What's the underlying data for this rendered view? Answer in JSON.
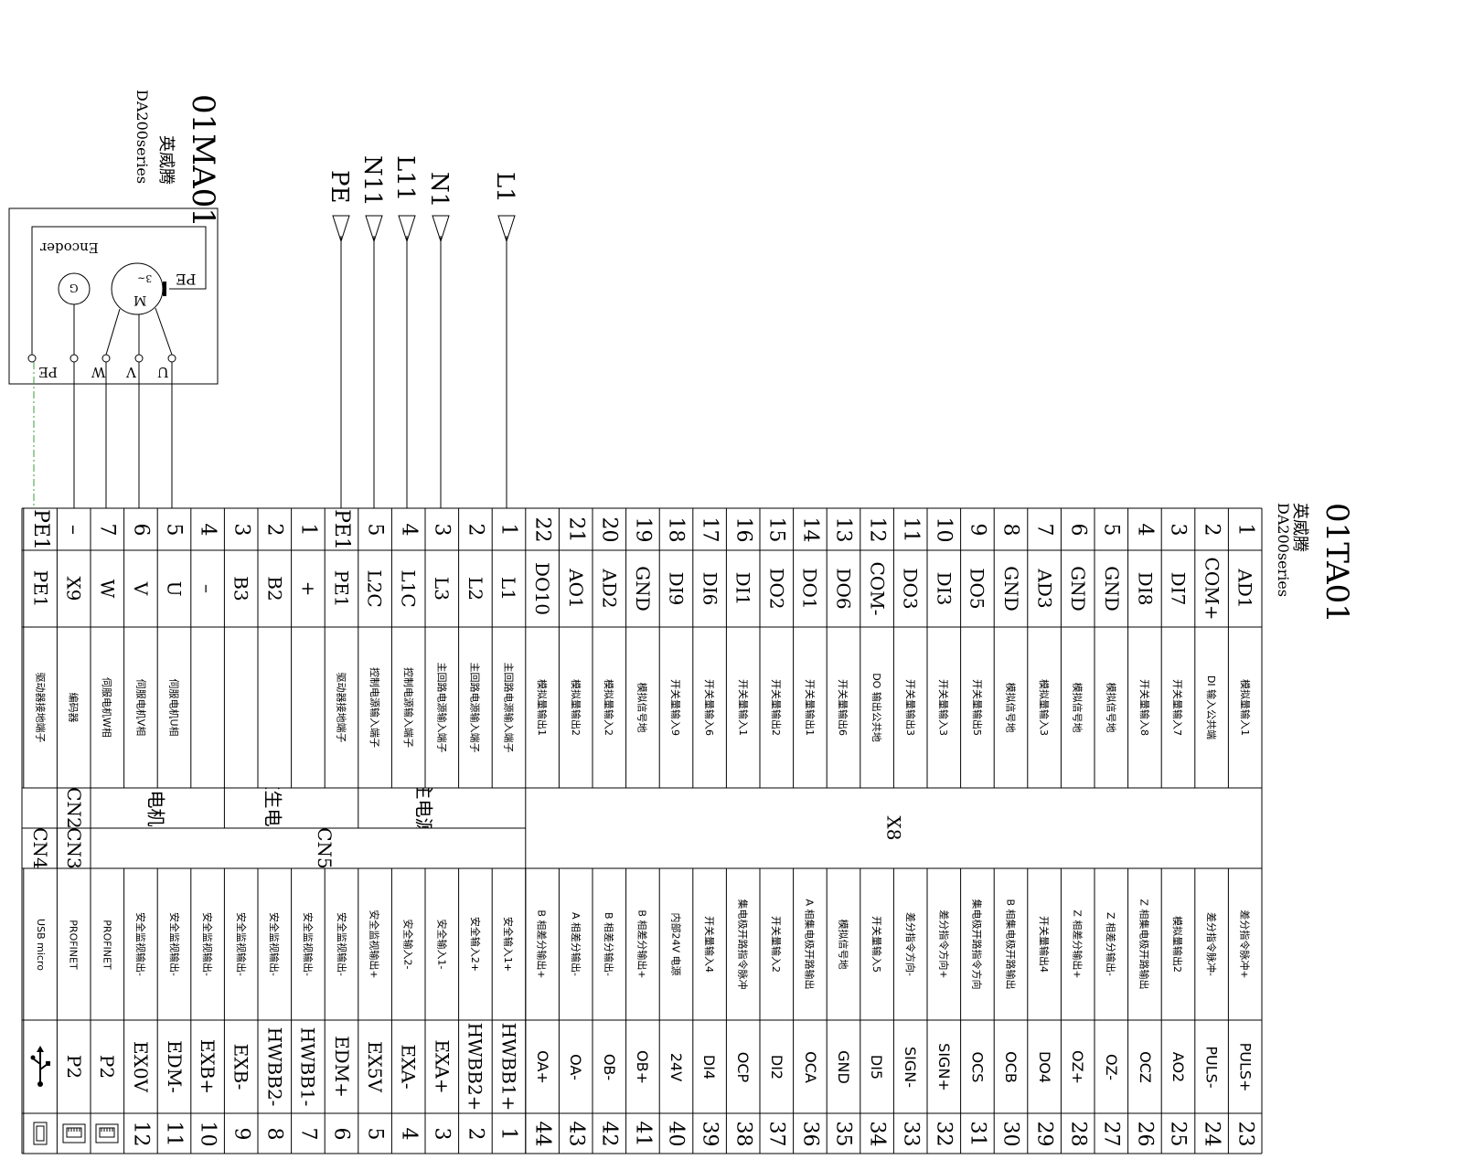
{
  "drive_title": {
    "model": "01TA01",
    "brand": "英威腾",
    "series": "DA200series"
  },
  "motor_title": {
    "model": "01MA01",
    "brand": "英威腾",
    "series": "DA200series"
  },
  "supply_labels": [
    "L1",
    "N1",
    "L11",
    "N11",
    "PE"
  ],
  "motor_box": {
    "encoder": "Encoder",
    "pe": "PE",
    "motor": "M",
    "phase": "3~",
    "gen": "G",
    "terminals": [
      "U",
      "V",
      "W",
      "PE"
    ]
  },
  "x8": {
    "group_label": "X8",
    "left_pins": [
      {
        "num": "1",
        "code": "AD1",
        "desc": "模拟量输入1"
      },
      {
        "num": "2",
        "code": "COM+",
        "desc": "DI 输入公共端"
      },
      {
        "num": "3",
        "code": "DI7",
        "desc": "开关量输入7"
      },
      {
        "num": "4",
        "code": "DI8",
        "desc": "开关量输入8"
      },
      {
        "num": "5",
        "code": "GND",
        "desc": "模拟信号地"
      },
      {
        "num": "6",
        "code": "GND",
        "desc": "模拟信号地"
      },
      {
        "num": "7",
        "code": "AD3",
        "desc": "模拟量输入3"
      },
      {
        "num": "8",
        "code": "GND",
        "desc": "模拟信号地"
      },
      {
        "num": "9",
        "code": "DO5",
        "desc": "开关量输出5"
      },
      {
        "num": "10",
        "code": "DI3",
        "desc": "开关量输入3"
      },
      {
        "num": "11",
        "code": "DO3",
        "desc": "开关量输出3"
      },
      {
        "num": "12",
        "code": "COM-",
        "desc": "DO 输出公共地"
      },
      {
        "num": "13",
        "code": "DO6",
        "desc": "开关量输出6"
      },
      {
        "num": "14",
        "code": "DO1",
        "desc": "开关量输出1"
      },
      {
        "num": "15",
        "code": "DO2",
        "desc": "开关量输出2"
      },
      {
        "num": "16",
        "code": "DI1",
        "desc": "开关量输入1"
      },
      {
        "num": "17",
        "code": "DI6",
        "desc": "开关量输入6"
      },
      {
        "num": "18",
        "code": "DI9",
        "desc": "开关量输入9"
      },
      {
        "num": "19",
        "code": "GND",
        "desc": "模拟信号地"
      },
      {
        "num": "20",
        "code": "AD2",
        "desc": "模拟量输入2"
      },
      {
        "num": "21",
        "code": "AO1",
        "desc": "模拟量输出2"
      },
      {
        "num": "22",
        "code": "DO10",
        "desc": "模拟量输出1"
      }
    ],
    "right_pins": [
      {
        "num": "23",
        "code": "PULS+",
        "desc": "差分指令脉冲+"
      },
      {
        "num": "24",
        "code": "PULS-",
        "desc": "差分指令脉冲-"
      },
      {
        "num": "25",
        "code": "AO2",
        "desc": "模拟量输出2"
      },
      {
        "num": "26",
        "code": "OCZ",
        "desc": "Z 相集电极开路输出"
      },
      {
        "num": "27",
        "code": "OZ-",
        "desc": "Z 相差分输出-"
      },
      {
        "num": "28",
        "code": "OZ+",
        "desc": "Z 相差分输出+"
      },
      {
        "num": "29",
        "code": "DO4",
        "desc": "开关量输出4"
      },
      {
        "num": "30",
        "code": "OCB",
        "desc": "B 相集电极开路输出"
      },
      {
        "num": "31",
        "code": "OCS",
        "desc": "集电极开路指令方向"
      },
      {
        "num": "32",
        "code": "SIGN+",
        "desc": "差分指令方向+"
      },
      {
        "num": "33",
        "code": "SIGN-",
        "desc": "差分指令方向-"
      },
      {
        "num": "34",
        "code": "DI5",
        "desc": "开关量输入5"
      },
      {
        "num": "35",
        "code": "GND",
        "desc": "模拟信号地"
      },
      {
        "num": "36",
        "code": "OCA",
        "desc": "A 相集电极开路输出"
      },
      {
        "num": "37",
        "code": "DI2",
        "desc": "开关量输入2"
      },
      {
        "num": "38",
        "code": "OCP",
        "desc": "集电极开路指令脉冲"
      },
      {
        "num": "39",
        "code": "DI4",
        "desc": "开关量输入4"
      },
      {
        "num": "40",
        "code": "24V",
        "desc": "内部24V 电源"
      },
      {
        "num": "41",
        "code": "OB+",
        "desc": "B 相差分输出+"
      },
      {
        "num": "42",
        "code": "OB-",
        "desc": "B 相差分输出-"
      },
      {
        "num": "43",
        "code": "OA-",
        "desc": "A 相差分输出-"
      },
      {
        "num": "44",
        "code": "OA+",
        "desc": "B 相差分输出+"
      }
    ]
  },
  "power_pins": [
    {
      "num": "1",
      "code": "L1",
      "desc": "主回路电源输入端子"
    },
    {
      "num": "2",
      "code": "L2",
      "desc": "主回路电源输入端子"
    },
    {
      "num": "3",
      "code": "L3",
      "desc": "主回路电源输入端子"
    },
    {
      "num": "4",
      "code": "L1C",
      "desc": "控制电源输入端子"
    },
    {
      "num": "5",
      "code": "L2C",
      "desc": "控制电源输入端子"
    },
    {
      "num": "PE1",
      "code": "PE1",
      "desc": "驱动器接地端子"
    },
    {
      "num": "1",
      "code": "+",
      "desc": ""
    },
    {
      "num": "2",
      "code": "B2",
      "desc": ""
    },
    {
      "num": "3",
      "code": "B3",
      "desc": ""
    },
    {
      "num": "4",
      "code": "–",
      "desc": ""
    },
    {
      "num": "5",
      "code": "U",
      "desc": "伺服电机U相"
    },
    {
      "num": "6",
      "code": "V",
      "desc": "伺服电机V相"
    },
    {
      "num": "7",
      "code": "W",
      "desc": "伺服电机W相"
    },
    {
      "num": "–",
      "code": "X9",
      "desc": "编码器"
    },
    {
      "num": "PE1",
      "code": "PE1",
      "desc": "驱动器接地端子"
    }
  ],
  "power_groups": {
    "main": "主电源",
    "regen": "在生电阻",
    "motor": "电机",
    "cn2": "CN2",
    "cn5": "CN5",
    "cn3": "CN3",
    "cn4": "CN4"
  },
  "safety_pins": [
    {
      "num": "1",
      "code": "HWBB1+",
      "desc": "安全输入1+"
    },
    {
      "num": "2",
      "code": "HWBB2+",
      "desc": "安全输入2+"
    },
    {
      "num": "3",
      "code": "EXA+",
      "desc": "安全输入1-"
    },
    {
      "num": "4",
      "code": "EXA-",
      "desc": "安全输入2-"
    },
    {
      "num": "5",
      "code": "EX5V",
      "desc": "安全监视输出+"
    },
    {
      "num": "6",
      "code": "EDM+",
      "desc": "安全监视输出-"
    },
    {
      "num": "7",
      "code": "HWBB1-",
      "desc": "安全监视输出-"
    },
    {
      "num": "8",
      "code": "HWBB2-",
      "desc": "安全监视输出-"
    },
    {
      "num": "9",
      "code": "EXB-",
      "desc": "安全监视输出-"
    },
    {
      "num": "10",
      "code": "EXB+",
      "desc": "安全监视输出-"
    },
    {
      "num": "11",
      "code": "EDM-",
      "desc": "安全监视输出-"
    },
    {
      "num": "12",
      "code": "EX0V",
      "desc": "安全监视输出-"
    }
  ],
  "comm_ports": [
    {
      "code": "P2",
      "desc": "PROFINET"
    },
    {
      "code": "P2",
      "desc": "PROFINET"
    },
    {
      "code": "",
      "desc": "USB micro"
    }
  ]
}
